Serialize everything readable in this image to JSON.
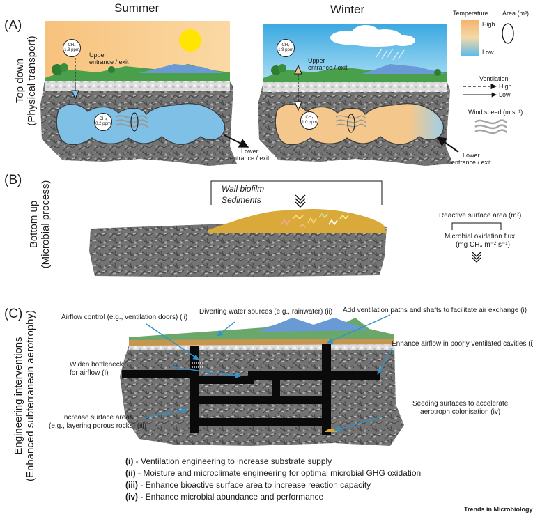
{
  "panels": {
    "a_label": "(A)",
    "b_label": "(B)",
    "c_label": "(C)",
    "a_side_1": "Top down",
    "a_side_2": "(Physical transport)",
    "b_side_1": "Bottom up",
    "b_side_2": "(Microbial process)",
    "c_side_1": "Engineering interventions",
    "c_side_2": "(Enhanced subterranean aerotrophy)"
  },
  "panel_a": {
    "summer_title": "Summer",
    "winter_title": "Winter",
    "summer_outside_ch4": "CH₄",
    "summer_outside_val": "1.9 ppm",
    "summer_inside_ch4": "CH₄",
    "summer_inside_val": "0.2 ppm",
    "winter_outside_ch4": "CH₄",
    "winter_outside_val": "1.9 ppm",
    "winter_inside_ch4": "CH₄",
    "winter_inside_val": "1.0 ppm",
    "upper_entrance_1": "Upper",
    "upper_entrance_2": "entrance / exit",
    "lower_entrance_1": "Lower",
    "lower_entrance_2": "entrance / exit"
  },
  "legend_a": {
    "temperature_title": "Temperature",
    "area_title": "Area (m²)",
    "high": "High",
    "low": "Low",
    "ventilation_title": "Ventilation",
    "vent_high": "High",
    "vent_low": "Low",
    "wind_title": "Wind speed (m s⁻¹)"
  },
  "panel_b": {
    "wall_biofilm": "Wall biofilm",
    "sediments": "Sediments",
    "reactive_area": "Reactive surface area (m²)",
    "flux_1": "Microbial oxidation flux",
    "flux_2": "(mg CH₄ m⁻² s⁻¹)"
  },
  "panel_c": {
    "airflow_control": "Airflow control (e.g., ventilation doors) (ii)",
    "diverting_water": "Diverting water sources (e.g., rainwater) (ii)",
    "add_ventilation": "Add ventilation paths and shafts to facilitate air exchange (i)",
    "enhance_airflow": "Enhance airflow in poorly ventilated cavities (i)",
    "widen_1": "Widen bottleneck",
    "widen_2": "for airflow (I)",
    "increase_1": "Increase surface areas",
    "increase_2": "(e.g., layering porous rocks) (iii)",
    "seeding_1": "Seeding surfaces to accelerate",
    "seeding_2": "aerotroph colonisation (iv)"
  },
  "interventions": [
    {
      "num": "(i)",
      "text": " - Ventilation engineering to increase substrate supply"
    },
    {
      "num": "(ii)",
      "text": " - Moisture and microclimate engineering for optimal microbial GHG oxidation"
    },
    {
      "num": "(iii)",
      "text": " - Enhance bioactive surface area to increase reaction capacity"
    },
    {
      "num": "(iv)",
      "text": " - Enhance microbial abundance and performance"
    }
  ],
  "journal": "Trends in Microbiology",
  "colors": {
    "summer_sky": "#f7c98a",
    "winter_sky": "#6ec6ea",
    "cave_cold": "#7fc0e6",
    "cave_warm": "#f4c98c",
    "rock": "#6b6b6b",
    "sediment": "#d9a93a",
    "arrow_blue": "#2f93c9"
  }
}
